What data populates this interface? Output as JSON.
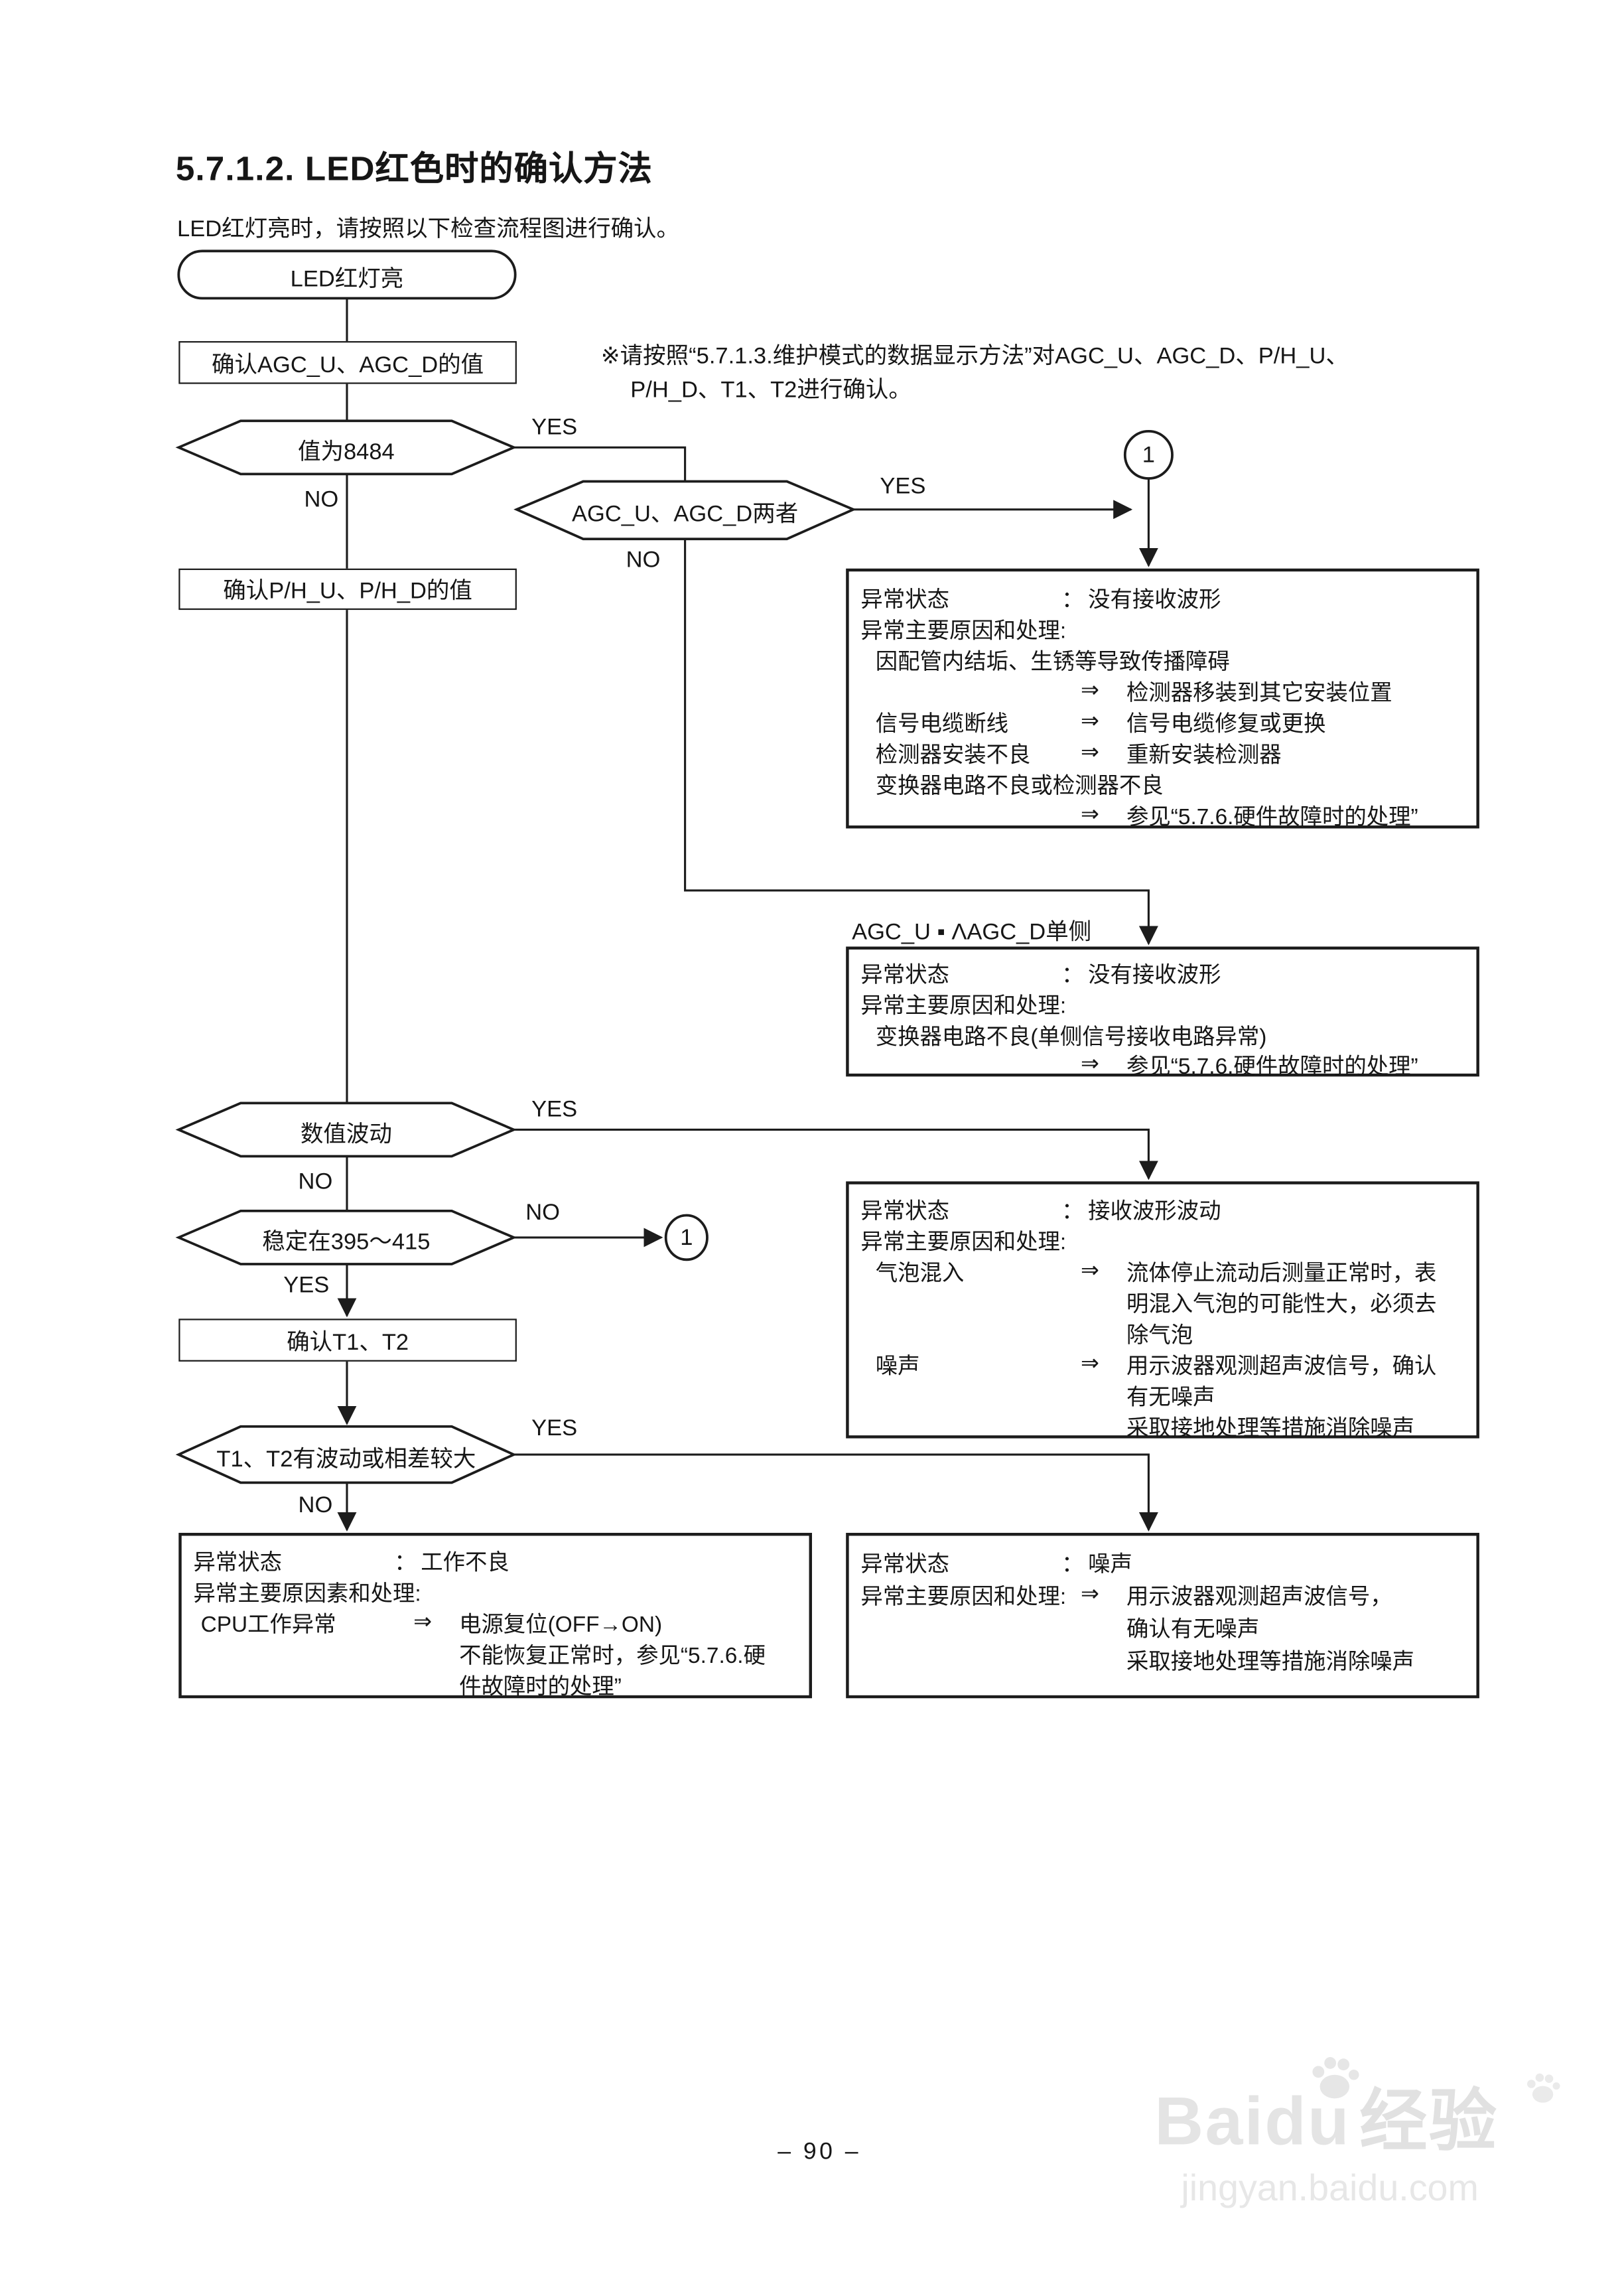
{
  "page": {
    "title": "5.7.1.2. LED红色时的确认方法",
    "subtitle": "LED红灯亮时，请按照以下检查流程图进行确认。",
    "note_line1": "※请按照“5.7.1.3.维护模式的数据显示方法”对AGC_U、AGC_D、P/H_U、",
    "note_line2": "P/H_D、T1、T2进行确认。",
    "page_number": "– 90 –"
  },
  "flow": {
    "start": "LED红灯亮",
    "step_agc": "确认AGC_U、AGC_D的值",
    "dec_8484": "值为8484",
    "dec_agc_both": "AGC_U、AGC_D两者",
    "step_ph": "确认P/H_U、P/H_D的值",
    "one_side_label": "AGC_U ▪ ΛAGC_D单侧",
    "dec_fluct": "数值波动",
    "dec_stable": "稳定在395～415",
    "step_t1t2": "确认T1、T2",
    "dec_t1t2": "T1、T2有波动或相差较大",
    "yes": "YES",
    "no": "NO",
    "connector": "1"
  },
  "boxes": {
    "b1": {
      "name": "异常-没有接收波形-两侧",
      "rows": [
        {
          "l": "异常状态",
          "c": "：",
          "t": "没有接收波形"
        },
        {
          "l": "异常主要原因和处理:"
        },
        {
          "l": "因配管内结垢、生锈等导致传播障碍"
        },
        {
          "a": "⇒",
          "t": "检测器移装到其它安装位置"
        },
        {
          "l": "信号电缆断线",
          "a": "⇒",
          "t": "信号电缆修复或更换"
        },
        {
          "l": "检测器安装不良",
          "a": "⇒",
          "t": "重新安装检测器"
        },
        {
          "l": "变换器电路不良或检测器不良"
        },
        {
          "a": "⇒",
          "t": "参见“5.7.6.硬件故障时的处理”"
        }
      ]
    },
    "b2": {
      "name": "异常-没有接收波形-单侧",
      "rows": [
        {
          "l": "异常状态",
          "c": "：",
          "t": "没有接收波形"
        },
        {
          "l": "异常主要原因和处理:"
        },
        {
          "l": "变换器电路不良(单侧信号接收电路异常)"
        },
        {
          "a": "⇒",
          "t": "参见“5.7.6.硬件故障时的处理”"
        }
      ]
    },
    "b3": {
      "name": "异常-接收波形波动",
      "rows": [
        {
          "l": "异常状态",
          "c": "：",
          "t": "接收波形波动"
        },
        {
          "l": "异常主要原因和处理:"
        },
        {
          "l": "气泡混入",
          "a": "⇒",
          "t": "流体停止流动后测量正常时，表"
        },
        {
          "t": "明混入气泡的可能性大，必须去"
        },
        {
          "t": "除气泡"
        },
        {
          "l": "噪声",
          "a": "⇒",
          "t": "用示波器观测超声波信号，确认"
        },
        {
          "t": "有无噪声"
        },
        {
          "t": "采取接地处理等措施消除噪声"
        }
      ]
    },
    "b4": {
      "name": "异常-噪声",
      "rows": [
        {
          "l": "异常状态",
          "c": "：",
          "t": "噪声"
        },
        {
          "l": "异常主要原因和处理:",
          "a": "⇒",
          "t": "用示波器观测超声波信号，"
        },
        {
          "t": "确认有无噪声"
        },
        {
          "t": "采取接地处理等措施消除噪声"
        }
      ]
    },
    "b5": {
      "name": "异常-工作不良",
      "rows": [
        {
          "l": "异常状态",
          "c": "：",
          "t": "工作不良"
        },
        {
          "l": "异常主要原因素和处理:"
        },
        {
          "l": "CPU工作异常",
          "a": "⇒",
          "t": "电源复位(OFF→ON)"
        },
        {
          "t": "不能恢复正常时，参见“5.7.6.硬"
        },
        {
          "t": "件故障时的处理”"
        }
      ]
    }
  },
  "watermark": {
    "brand": "Baidu",
    "brand_cn": "经验",
    "url": "jingyan.baidu.com"
  },
  "colors": {
    "stroke": "#1c1c1c",
    "text": "#161616",
    "watermark": "#e4e4e4"
  }
}
